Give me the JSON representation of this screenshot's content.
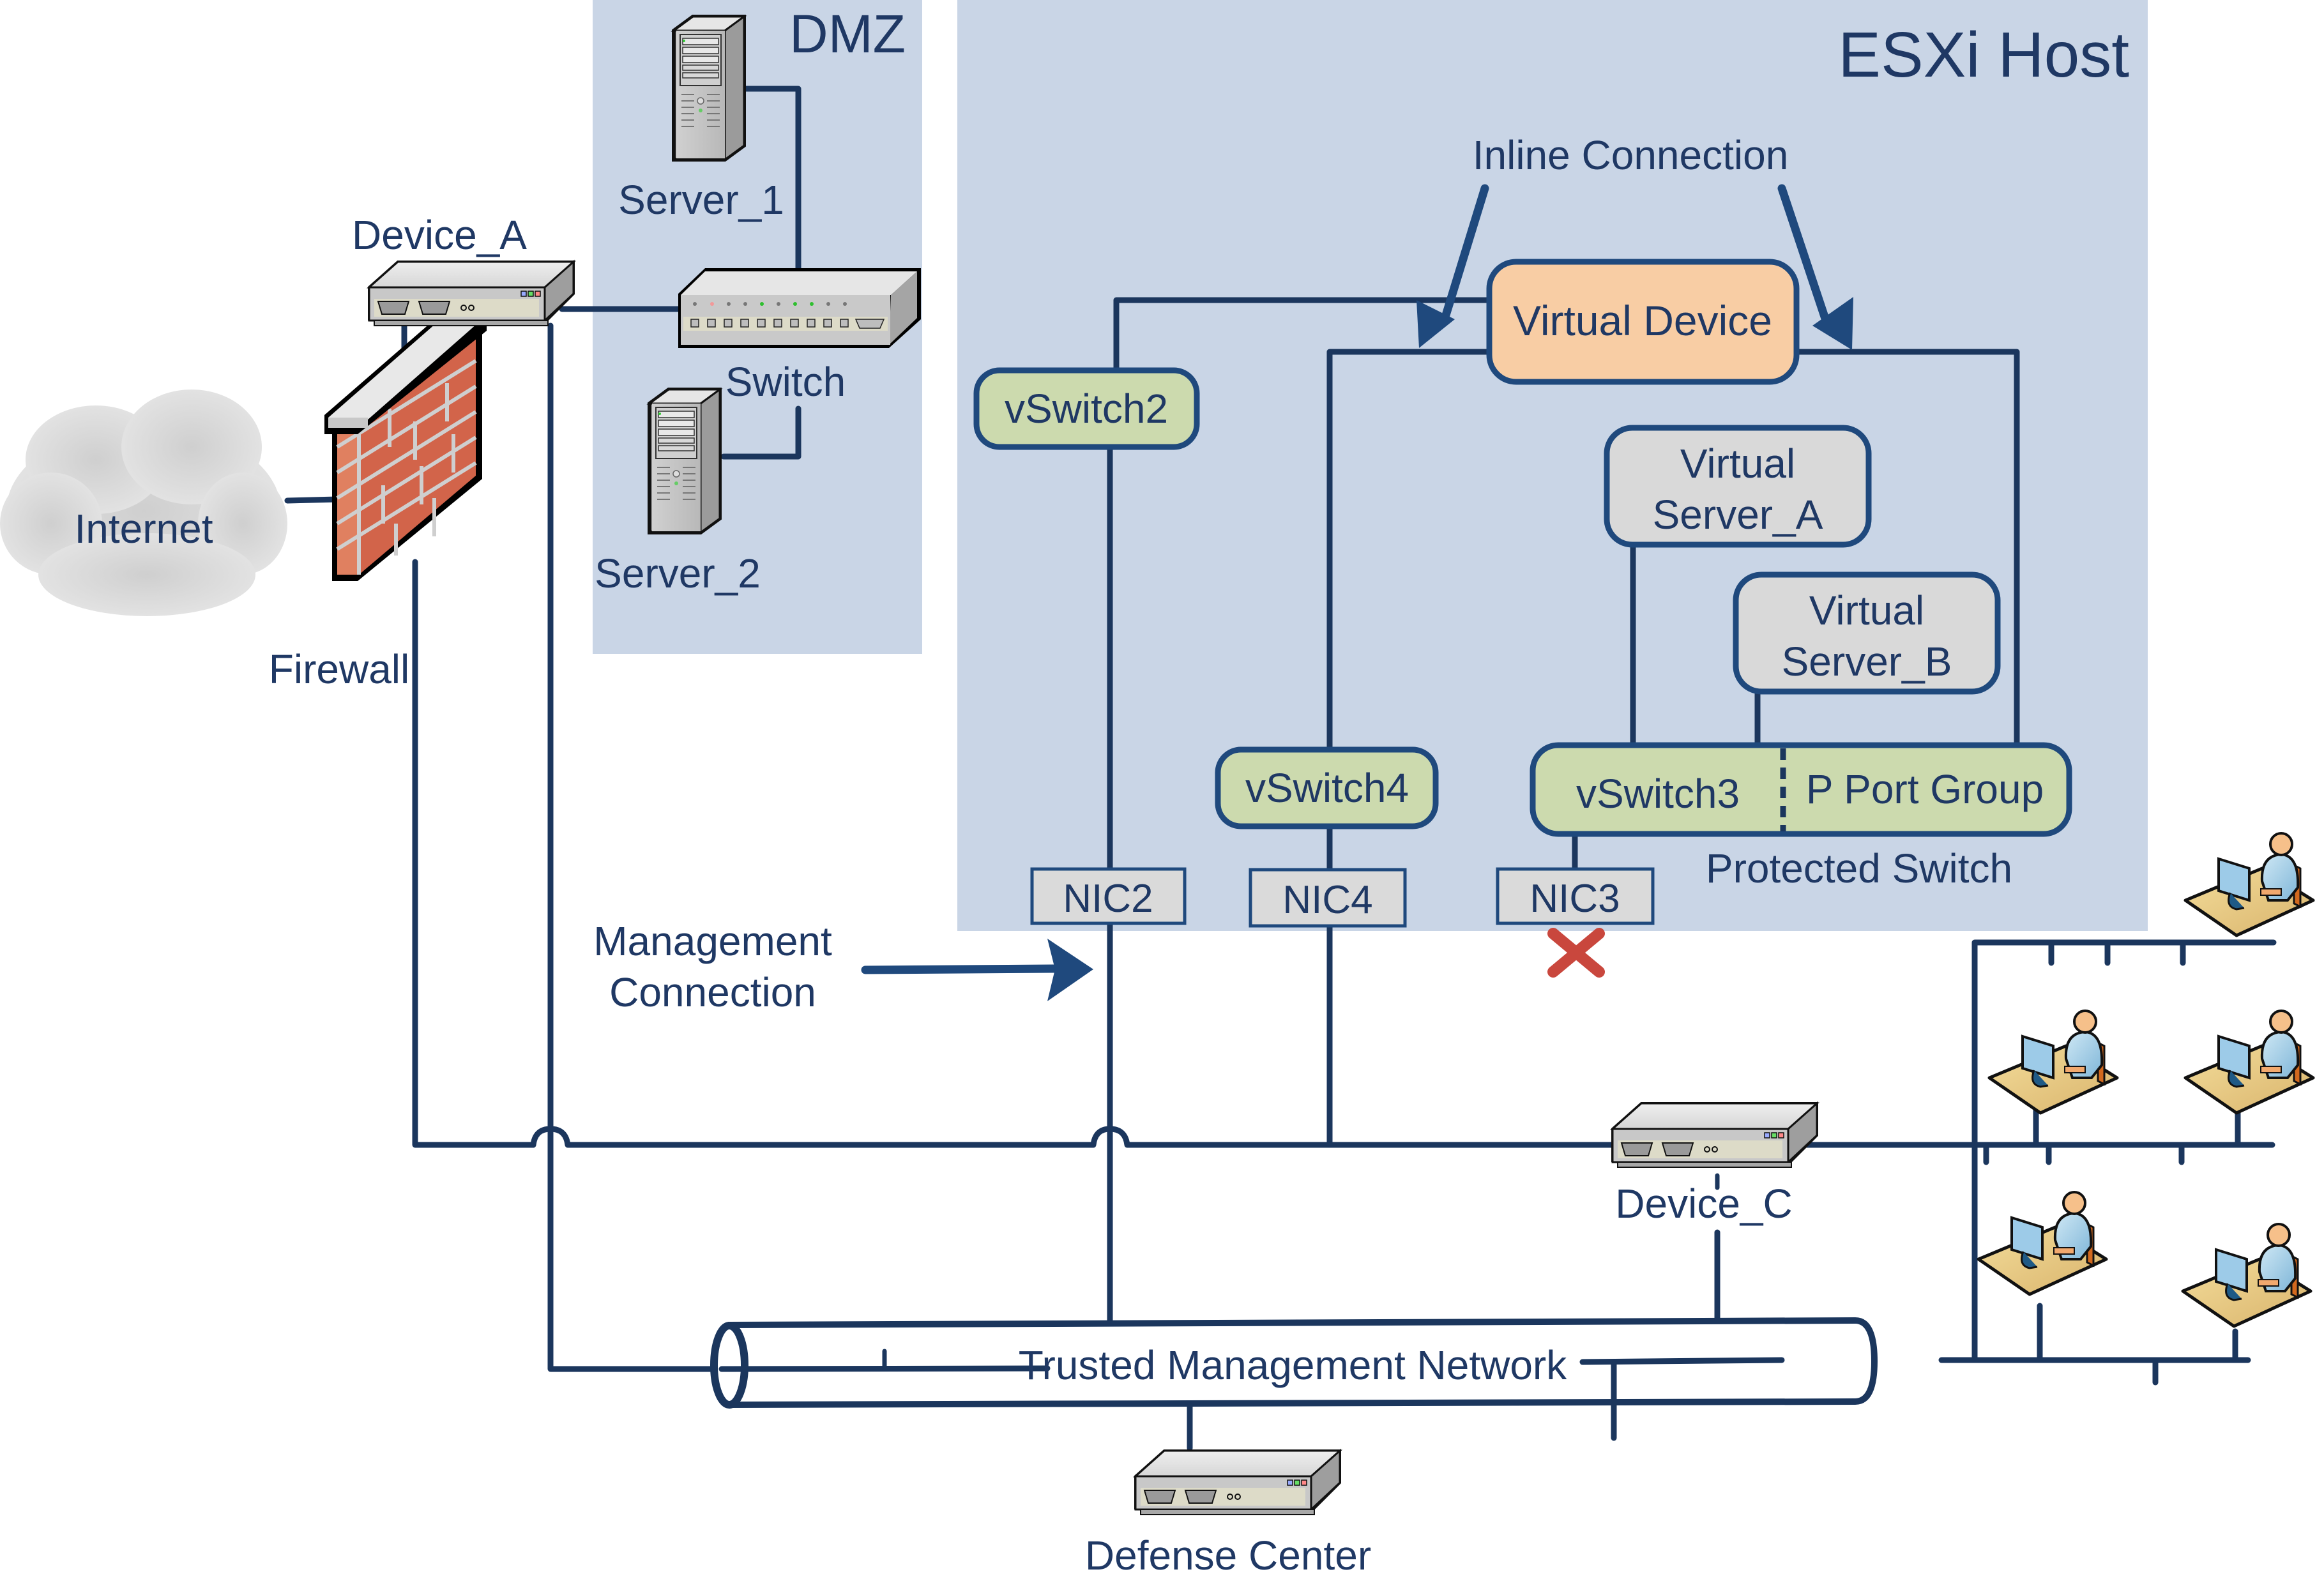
{
  "diagram": {
    "title": "ESXi Host inline deployment network diagram",
    "zones": {
      "dmz": {
        "label": "DMZ"
      },
      "esxi": {
        "label": "ESXi Host"
      }
    },
    "external": {
      "internet": {
        "label": "Internet"
      },
      "firewall": {
        "label": "Firewall"
      },
      "device_a": {
        "label": "Device_A"
      },
      "device_c": {
        "label": "Device_C"
      },
      "defense_center": {
        "label": "Defense Center"
      },
      "trusted_network": {
        "label": "Trusted Management Network"
      }
    },
    "dmz_nodes": {
      "server_1": {
        "label": "Server_1"
      },
      "switch": {
        "label": "Switch"
      },
      "server_2": {
        "label": "Server_2"
      }
    },
    "esxi_nodes": {
      "virtual_device": {
        "label": "Virtual Device"
      },
      "vswitch2": {
        "label": "vSwitch2"
      },
      "vswitch4": {
        "label": "vSwitch4"
      },
      "vswitch3": {
        "label": "vSwitch3"
      },
      "p_port_group": {
        "label": "P Port Group"
      },
      "protected_switch": {
        "label": "Protected Switch"
      },
      "virtual_server_a": {
        "line1": "Virtual",
        "line2": "Server_A"
      },
      "virtual_server_b": {
        "line1": "Virtual",
        "line2": "Server_B"
      },
      "nic2": {
        "label": "NIC2"
      },
      "nic4": {
        "label": "NIC4"
      },
      "nic3": {
        "label": "NIC3",
        "status": "disconnected"
      }
    },
    "annotations": {
      "inline_connection": "Inline Connection",
      "management_connection_line1": "Management",
      "management_connection_line2": "Connection"
    },
    "colors": {
      "zone_fill": "#c9d5e6",
      "line": "#1b365d",
      "text": "#1f3864",
      "virtual_device_fill": "#f8cda4",
      "vswitch_fill": "#ccdaae",
      "virtual_server_fill": "#d9d9d9",
      "nic_fill": "#dadada",
      "x_mark": "#c9473d",
      "brick": "#d2644a"
    },
    "workstations": {
      "count": 6
    }
  }
}
